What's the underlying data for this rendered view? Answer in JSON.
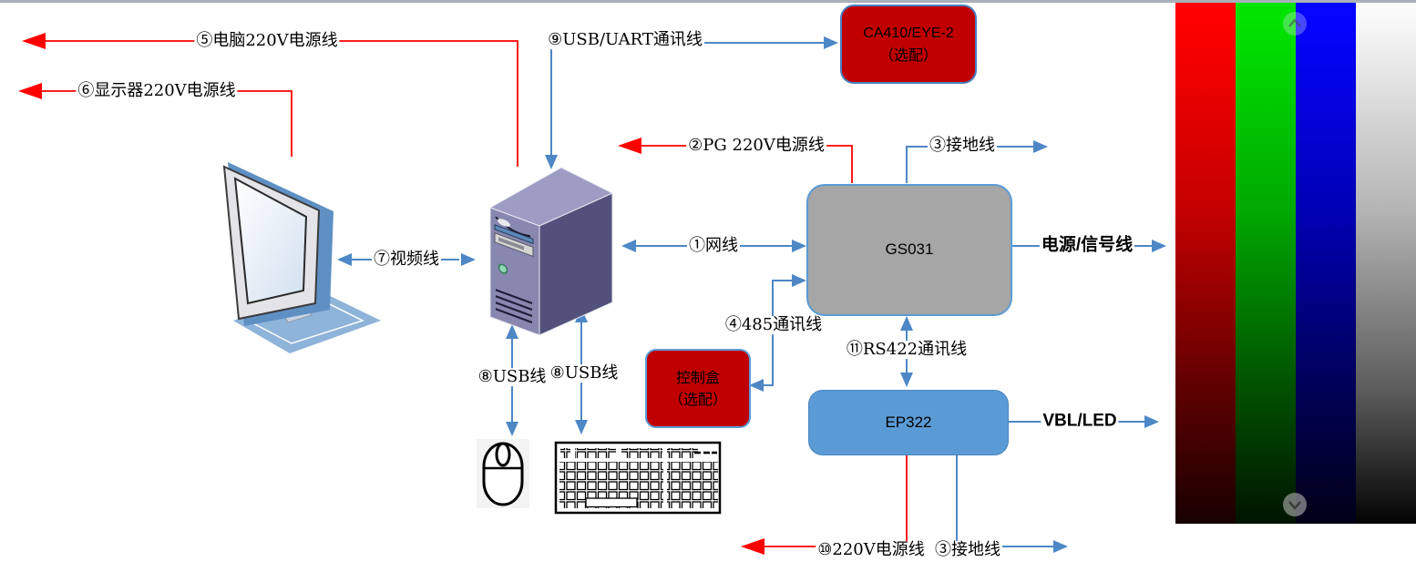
{
  "connections": {
    "net_cable": "①网线",
    "pg_power": "②PG 220V电源线",
    "ground_top": "③接地线",
    "rs485": "④485通讯线",
    "pc_power": "⑤电脑220V电源线",
    "monitor_power": "⑥显示器220V电源线",
    "video": "⑦视频线",
    "usb_mouse": "⑧USB线",
    "usb_keyboard": "⑧USB线",
    "usb_uart": "⑨USB/UART通讯线",
    "power_220v": "⑩220V电源线",
    "ground_bottom": "③接地线",
    "rs422": "⑪RS422通讯线",
    "power_signal": "电源/信号线",
    "vbl_led": "VBL/LED"
  },
  "nodes": {
    "ca410": {
      "title": "CA410/EYE-2",
      "subtitle": "（选配）",
      "fill": "#c00000"
    },
    "gs031": {
      "title": "GS031",
      "fill": "#a6a6a6"
    },
    "control_box": {
      "title": "控制盒",
      "subtitle": "（选配）",
      "fill": "#c00000"
    },
    "ep322": {
      "title": "EP322",
      "fill": "#5b9bd5"
    }
  },
  "colors": {
    "line_blue": "#4d87c6",
    "line_red": "#ff0000",
    "node_border_blue": "#5b9bd5",
    "top_strip": "#a9b0b8"
  },
  "color_panel": {
    "bars": [
      {
        "name": "red",
        "top": "#ff0000",
        "bottom": "#180000"
      },
      {
        "name": "green",
        "top": "#00e400",
        "bottom": "#001400"
      },
      {
        "name": "blue",
        "top": "#0404ff",
        "bottom": "#000016"
      },
      {
        "name": "grayscale",
        "top": "#fbfbfb",
        "bottom": "#030303"
      }
    ]
  }
}
